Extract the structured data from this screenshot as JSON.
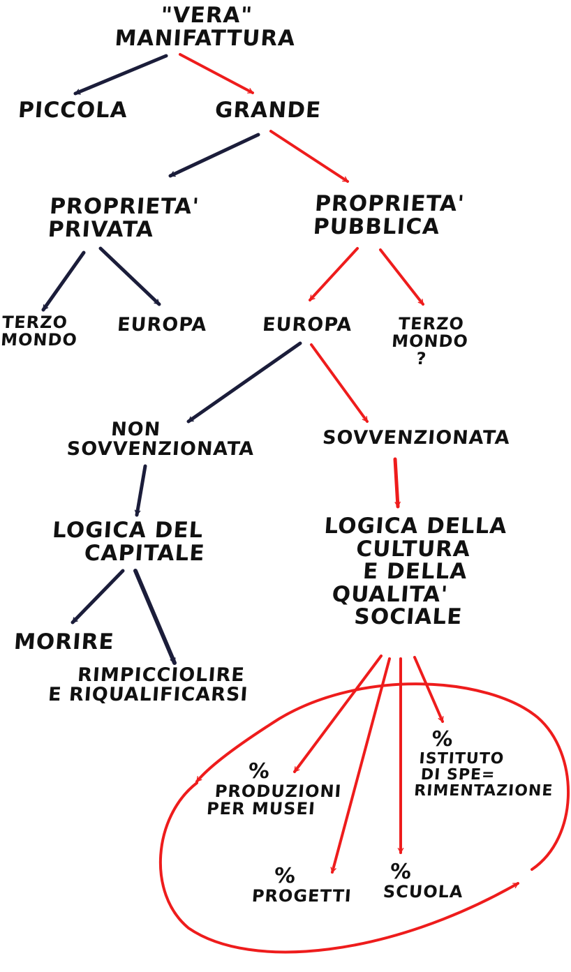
{
  "colors": {
    "ink": "#111111",
    "blue_ink": "#1b1d3a",
    "red_ink": "#ee1c1c"
  },
  "nodes": {
    "vera_manifattura": {
      "line1": "\"VERA\"",
      "line2": "MANIFATTURA"
    },
    "piccola": "PICCOLA",
    "grande": "GRANDE",
    "proprieta_privata": {
      "line1": "PROPRIETA'",
      "line2": "PRIVATA"
    },
    "proprieta_pubblica": {
      "line1": "PROPRIETA'",
      "line2": "PUBBLICA"
    },
    "terzo_mondo_privata": {
      "line1": "TERZO",
      "line2": "MONDO"
    },
    "europa_privata": "EUROPA",
    "europa_pubblica": "EUROPA",
    "terzo_mondo_pubblica": {
      "line1": "TERZO",
      "line2": "MONDO",
      "line3": "?"
    },
    "non_sovvenzionata": {
      "line1": "NON",
      "line2": "SOVVENZIONATA"
    },
    "sovvenzionata": "SOVVENZIONATA",
    "logica_capitale": {
      "line1": "LOGICA DEL",
      "line2": "CAPITALE"
    },
    "logica_cultura": {
      "line1": "LOGICA DELLA",
      "line2": "CULTURA",
      "line3": "E DELLA",
      "line4": "QUALITA'",
      "line5": "SOCIALE"
    },
    "morire": "MORIRE",
    "rimpicciolire": {
      "line1": "RIMPICCIOLIRE",
      "line2": "E RIQUALIFICARSI"
    },
    "produzioni_musei": {
      "line1": "%",
      "line2": "PRODUZIONI",
      "line3": "PER MUSEI"
    },
    "istituto": {
      "line1": "%",
      "line2": "ISTITUTO",
      "line3": "DI SPE=",
      "line4": "RIMENTAZIONE"
    },
    "progetti": {
      "line1": "%",
      "line2": "PROGETTI"
    },
    "scuola": {
      "line1": "%",
      "line2": "SCUOLA"
    }
  }
}
